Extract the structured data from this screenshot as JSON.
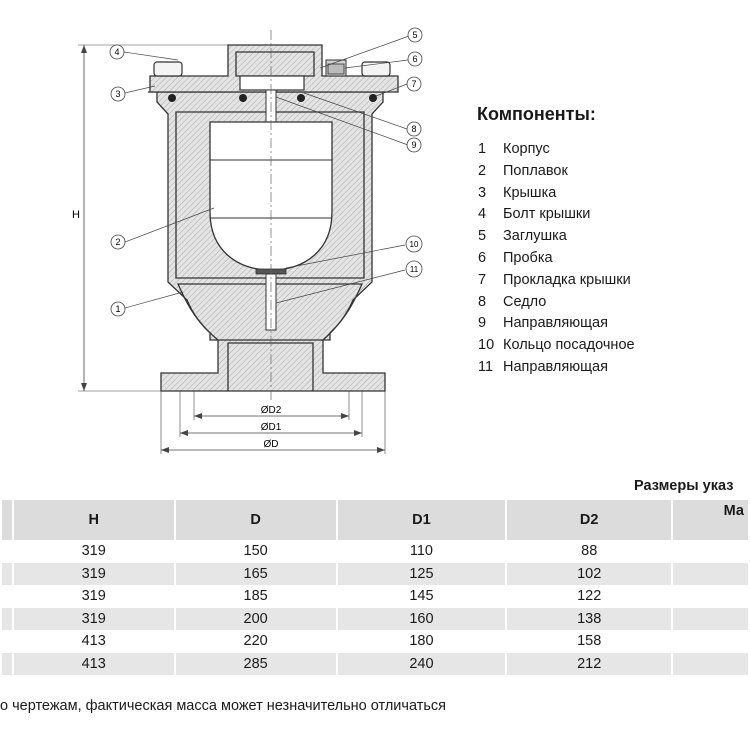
{
  "drawing": {
    "callouts": [
      "1",
      "2",
      "3",
      "4",
      "5",
      "6",
      "7",
      "8",
      "9",
      "10",
      "11"
    ],
    "dimensions": {
      "h": "H",
      "d2": "ØD2",
      "d1": "ØD1",
      "d": "ØD"
    }
  },
  "components": {
    "title": "Компоненты:",
    "items": [
      {
        "num": "1",
        "label": "Корпус"
      },
      {
        "num": "2",
        "label": "Поплавок"
      },
      {
        "num": "3",
        "label": "Крышка"
      },
      {
        "num": "4",
        "label": "Болт крышки"
      },
      {
        "num": "5",
        "label": "Заглушка"
      },
      {
        "num": "6",
        "label": "Пробка"
      },
      {
        "num": "7",
        "label": "Прокладка крышки"
      },
      {
        "num": "8",
        "label": "Седло"
      },
      {
        "num": "9",
        "label": "Направляющая"
      },
      {
        "num": "10",
        "label": "Кольцо посадочное"
      },
      {
        "num": "11",
        "label": "Направляющая"
      }
    ]
  },
  "table": {
    "note": "Размеры указ",
    "headers": [
      "",
      "H",
      "D",
      "D1",
      "D2",
      "Ма"
    ],
    "rows": [
      [
        "319",
        "150",
        "110",
        "88"
      ],
      [
        "319",
        "165",
        "125",
        "102"
      ],
      [
        "319",
        "185",
        "145",
        "122"
      ],
      [
        "319",
        "200",
        "160",
        "138"
      ],
      [
        "413",
        "220",
        "180",
        "158"
      ],
      [
        "413",
        "285",
        "240",
        "212"
      ]
    ]
  },
  "footnote": "о чертежам, фактическая масса может незначительно отличаться"
}
